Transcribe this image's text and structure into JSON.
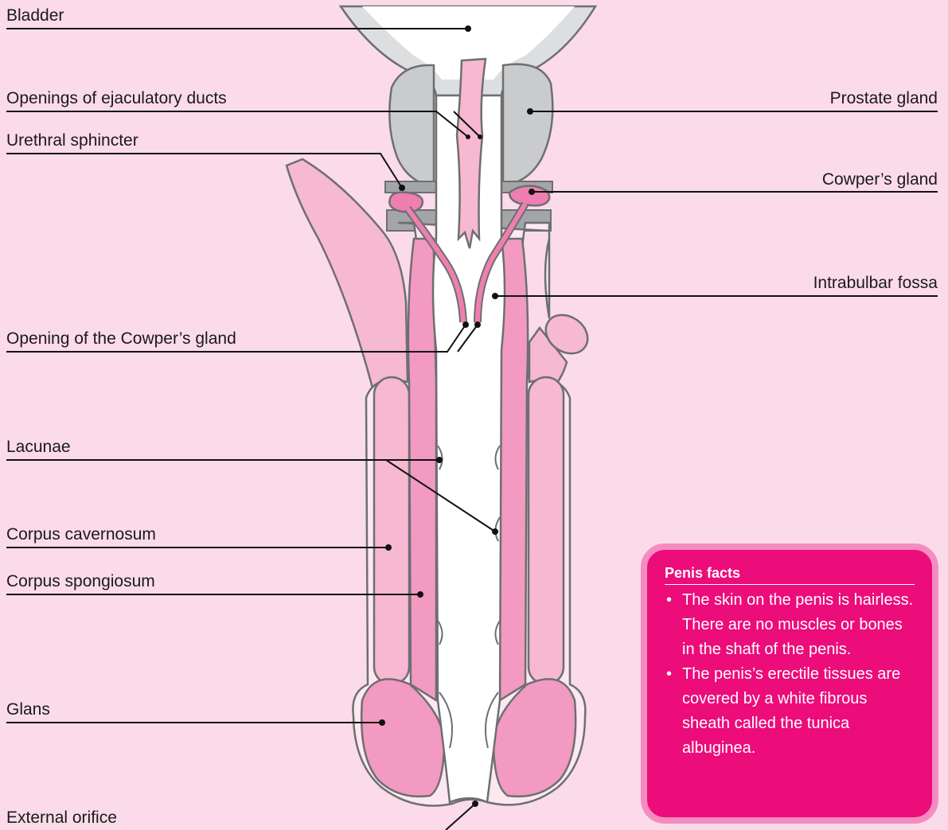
{
  "labels": {
    "bladder": "Bladder",
    "ejaculatory_ducts": "Openings of ejaculatory ducts",
    "urethral_sphincter": "Urethral sphincter",
    "cowpers_opening": "Opening of the Cowper’s gland",
    "lacunae": "Lacunae",
    "corpus_cavernosum": "Corpus cavernosum",
    "corpus_spongiosum": "Corpus spongiosum",
    "glans": "Glans",
    "external_orifice": "External orifice",
    "prostate_gland": "Prostate gland",
    "cowpers_gland": "Cowper’s gland",
    "intrabulbar_fossa": "Intrabulbar fossa"
  },
  "facts_box": {
    "title": "Penis facts",
    "bullet": "•",
    "items": [
      "The skin on the penis is hairless. There are no muscles or bones in the shaft of the penis.",
      "The penis’s erectile tissues are covered by a white fibrous sheath called the tunica albuginea."
    ]
  },
  "colors": {
    "background": "#fbdbe9",
    "light_pink": "#f7b8d2",
    "mid_pink": "#f29ac1",
    "duct_pink": "#ef7fb0",
    "grey_gland": "#cfd1d3",
    "band_grey": "#9a9c9e",
    "facts_box": "#ec0c7a",
    "facts_border": "#f58cbf"
  }
}
